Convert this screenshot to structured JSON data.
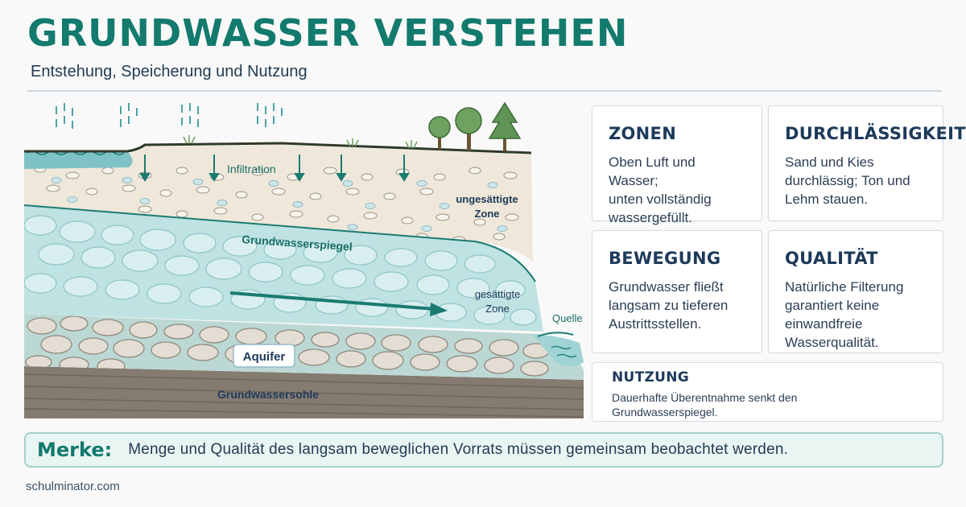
{
  "header": {
    "title": "GRUNDWASSER VERSTEHEN",
    "subtitle": "Entstehung, Speicherung und Nutzung"
  },
  "diagram": {
    "labels": {
      "infiltration": "Infiltration",
      "unsaturated_line1": "ungesättigte",
      "unsaturated_line2": "Zone",
      "water_table": "Grundwasserspiegel",
      "saturated_line1": "gesättigte",
      "saturated_line2": "Zone",
      "spring": "Quelle",
      "aquifer": "Aquifer",
      "aquitard": "Grundwassersohle"
    },
    "icons": [
      "rain-icon",
      "tree-icon",
      "arrow-down-icon",
      "flow-arrow-icon"
    ]
  },
  "cards": [
    {
      "title": "ZONEN",
      "text": [
        "Oben Luft und Wasser;",
        "unten vollständig",
        "wassergefüllt."
      ]
    },
    {
      "title": "DURCHLÄSSIGKEIT",
      "text": [
        "Sand und Kies",
        "durchlässig; Ton und",
        "Lehm stauen."
      ]
    },
    {
      "title": "BEWEGUNG",
      "text": [
        "Grundwasser fließt",
        "langsam zu tieferen",
        "Austrittsstellen."
      ]
    },
    {
      "title": "QUALITÄT",
      "text": [
        "Natürliche Filterung",
        "garantiert keine",
        "einwandfreie",
        "Wasserqualität."
      ]
    }
  ],
  "nutzung": {
    "title": "NUTZUNG",
    "text": [
      "Dauerhafte Überentnahme senkt den",
      "Grundwasserspiegel."
    ]
  },
  "merke": {
    "label": "Merke:",
    "text": "Menge und Qualität des langsam beweglichen Vorrats müssen gemeinsam beobachtet werden."
  },
  "footer": {
    "source": "schulminator.com"
  },
  "colors": {
    "accent": "#137a6e",
    "heading": "#1d3a5a",
    "water": "#bfe3e3",
    "soil": "#eee6d6",
    "gravel": "#c9c3b7",
    "bedrock": "#7f756b"
  }
}
